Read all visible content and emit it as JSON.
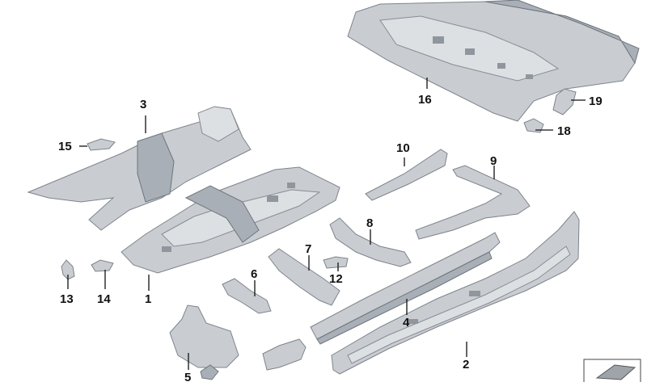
{
  "callouts": [
    {
      "id": "1",
      "label": "1"
    },
    {
      "id": "2",
      "label": "2"
    },
    {
      "id": "3",
      "label": "3"
    },
    {
      "id": "4",
      "label": "4"
    },
    {
      "id": "5",
      "label": "5"
    },
    {
      "id": "6",
      "label": "6"
    },
    {
      "id": "7",
      "label": "7"
    },
    {
      "id": "8",
      "label": "8"
    },
    {
      "id": "9",
      "label": "9"
    },
    {
      "id": "10",
      "label": "10"
    },
    {
      "id": "12",
      "label": "12"
    },
    {
      "id": "13",
      "label": "13"
    },
    {
      "id": "14",
      "label": "14"
    },
    {
      "id": "15",
      "label": "15"
    },
    {
      "id": "16",
      "label": "16"
    },
    {
      "id": "18",
      "label": "18"
    },
    {
      "id": "19",
      "label": "19"
    }
  ],
  "colors": {
    "part": "#c9cdd2",
    "part_dark": "#a9afb6",
    "outline": "#7d848b",
    "text": "#111111"
  }
}
